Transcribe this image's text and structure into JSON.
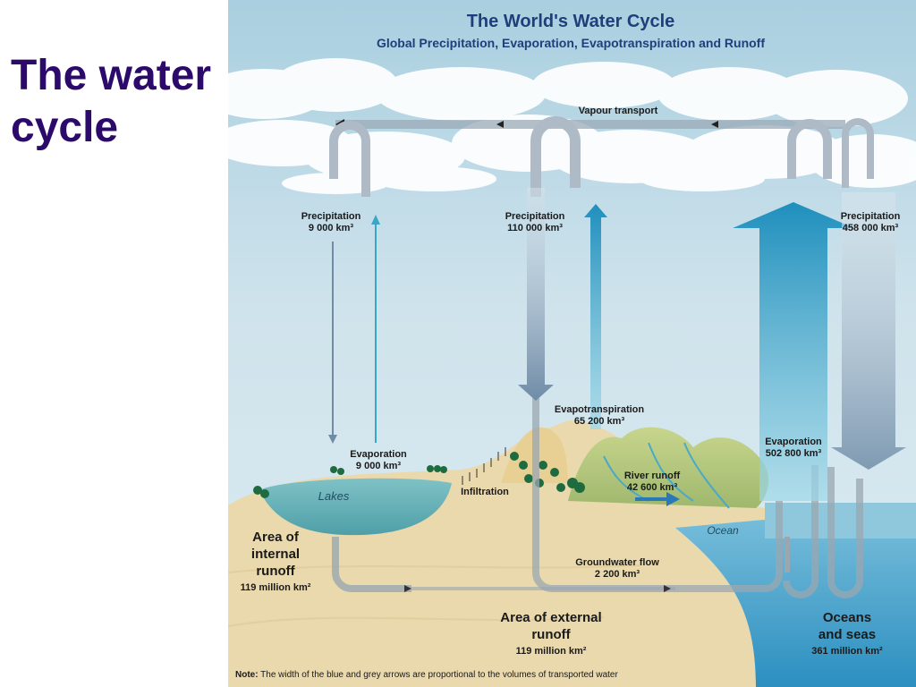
{
  "slide": {
    "title": "The water cycle"
  },
  "diagram": {
    "title": "The World's Water Cycle",
    "subtitle": "Global Precipitation, Evaporation, Evapotranspiration and Runoff",
    "vapour_transport": "Vapour transport",
    "precip_land": {
      "label": "Precipitation",
      "value": "9 000 km³"
    },
    "precip_external": {
      "label": "Precipitation",
      "value": "110 000 km³"
    },
    "precip_ocean": {
      "label": "Precipitation",
      "value": "458 000 km³"
    },
    "evap_lakes": {
      "label": "Evaporation",
      "value": "9 000 km³"
    },
    "evapotranspiration": {
      "label": "Evapotranspiration",
      "value": "65 200 km³"
    },
    "evap_ocean": {
      "label": "Evaporation",
      "value": "502 800 km³"
    },
    "river_runoff": {
      "label": "River runoff",
      "value": "42 600 km³"
    },
    "groundwater": {
      "label": "Groundwater flow",
      "value": "2 200 km³"
    },
    "infiltration": "Infiltration",
    "lakes": "Lakes",
    "ocean": "Ocean",
    "internal_area": {
      "line1": "Area of",
      "line2": "internal",
      "line3": "runoff",
      "value": "119 million km²"
    },
    "external_area": {
      "line1": "Area of external",
      "line2": "runoff",
      "value": "119 million km²"
    },
    "oceans_area": {
      "line1": "Oceans",
      "line2": "and seas",
      "value": "361 million km²"
    },
    "note": {
      "bold": "Note:",
      "text": " The width of the blue and grey arrows are proportional to the volumes of transported water"
    }
  },
  "colors": {
    "title": "#2c0a6b",
    "diagram_title": "#1f3f7a",
    "evaporation_arrow": "#4ab0cf",
    "precipitation_arrow": "#7a96b0",
    "land": "#ead9ac",
    "ocean": "#3f9cc4"
  }
}
